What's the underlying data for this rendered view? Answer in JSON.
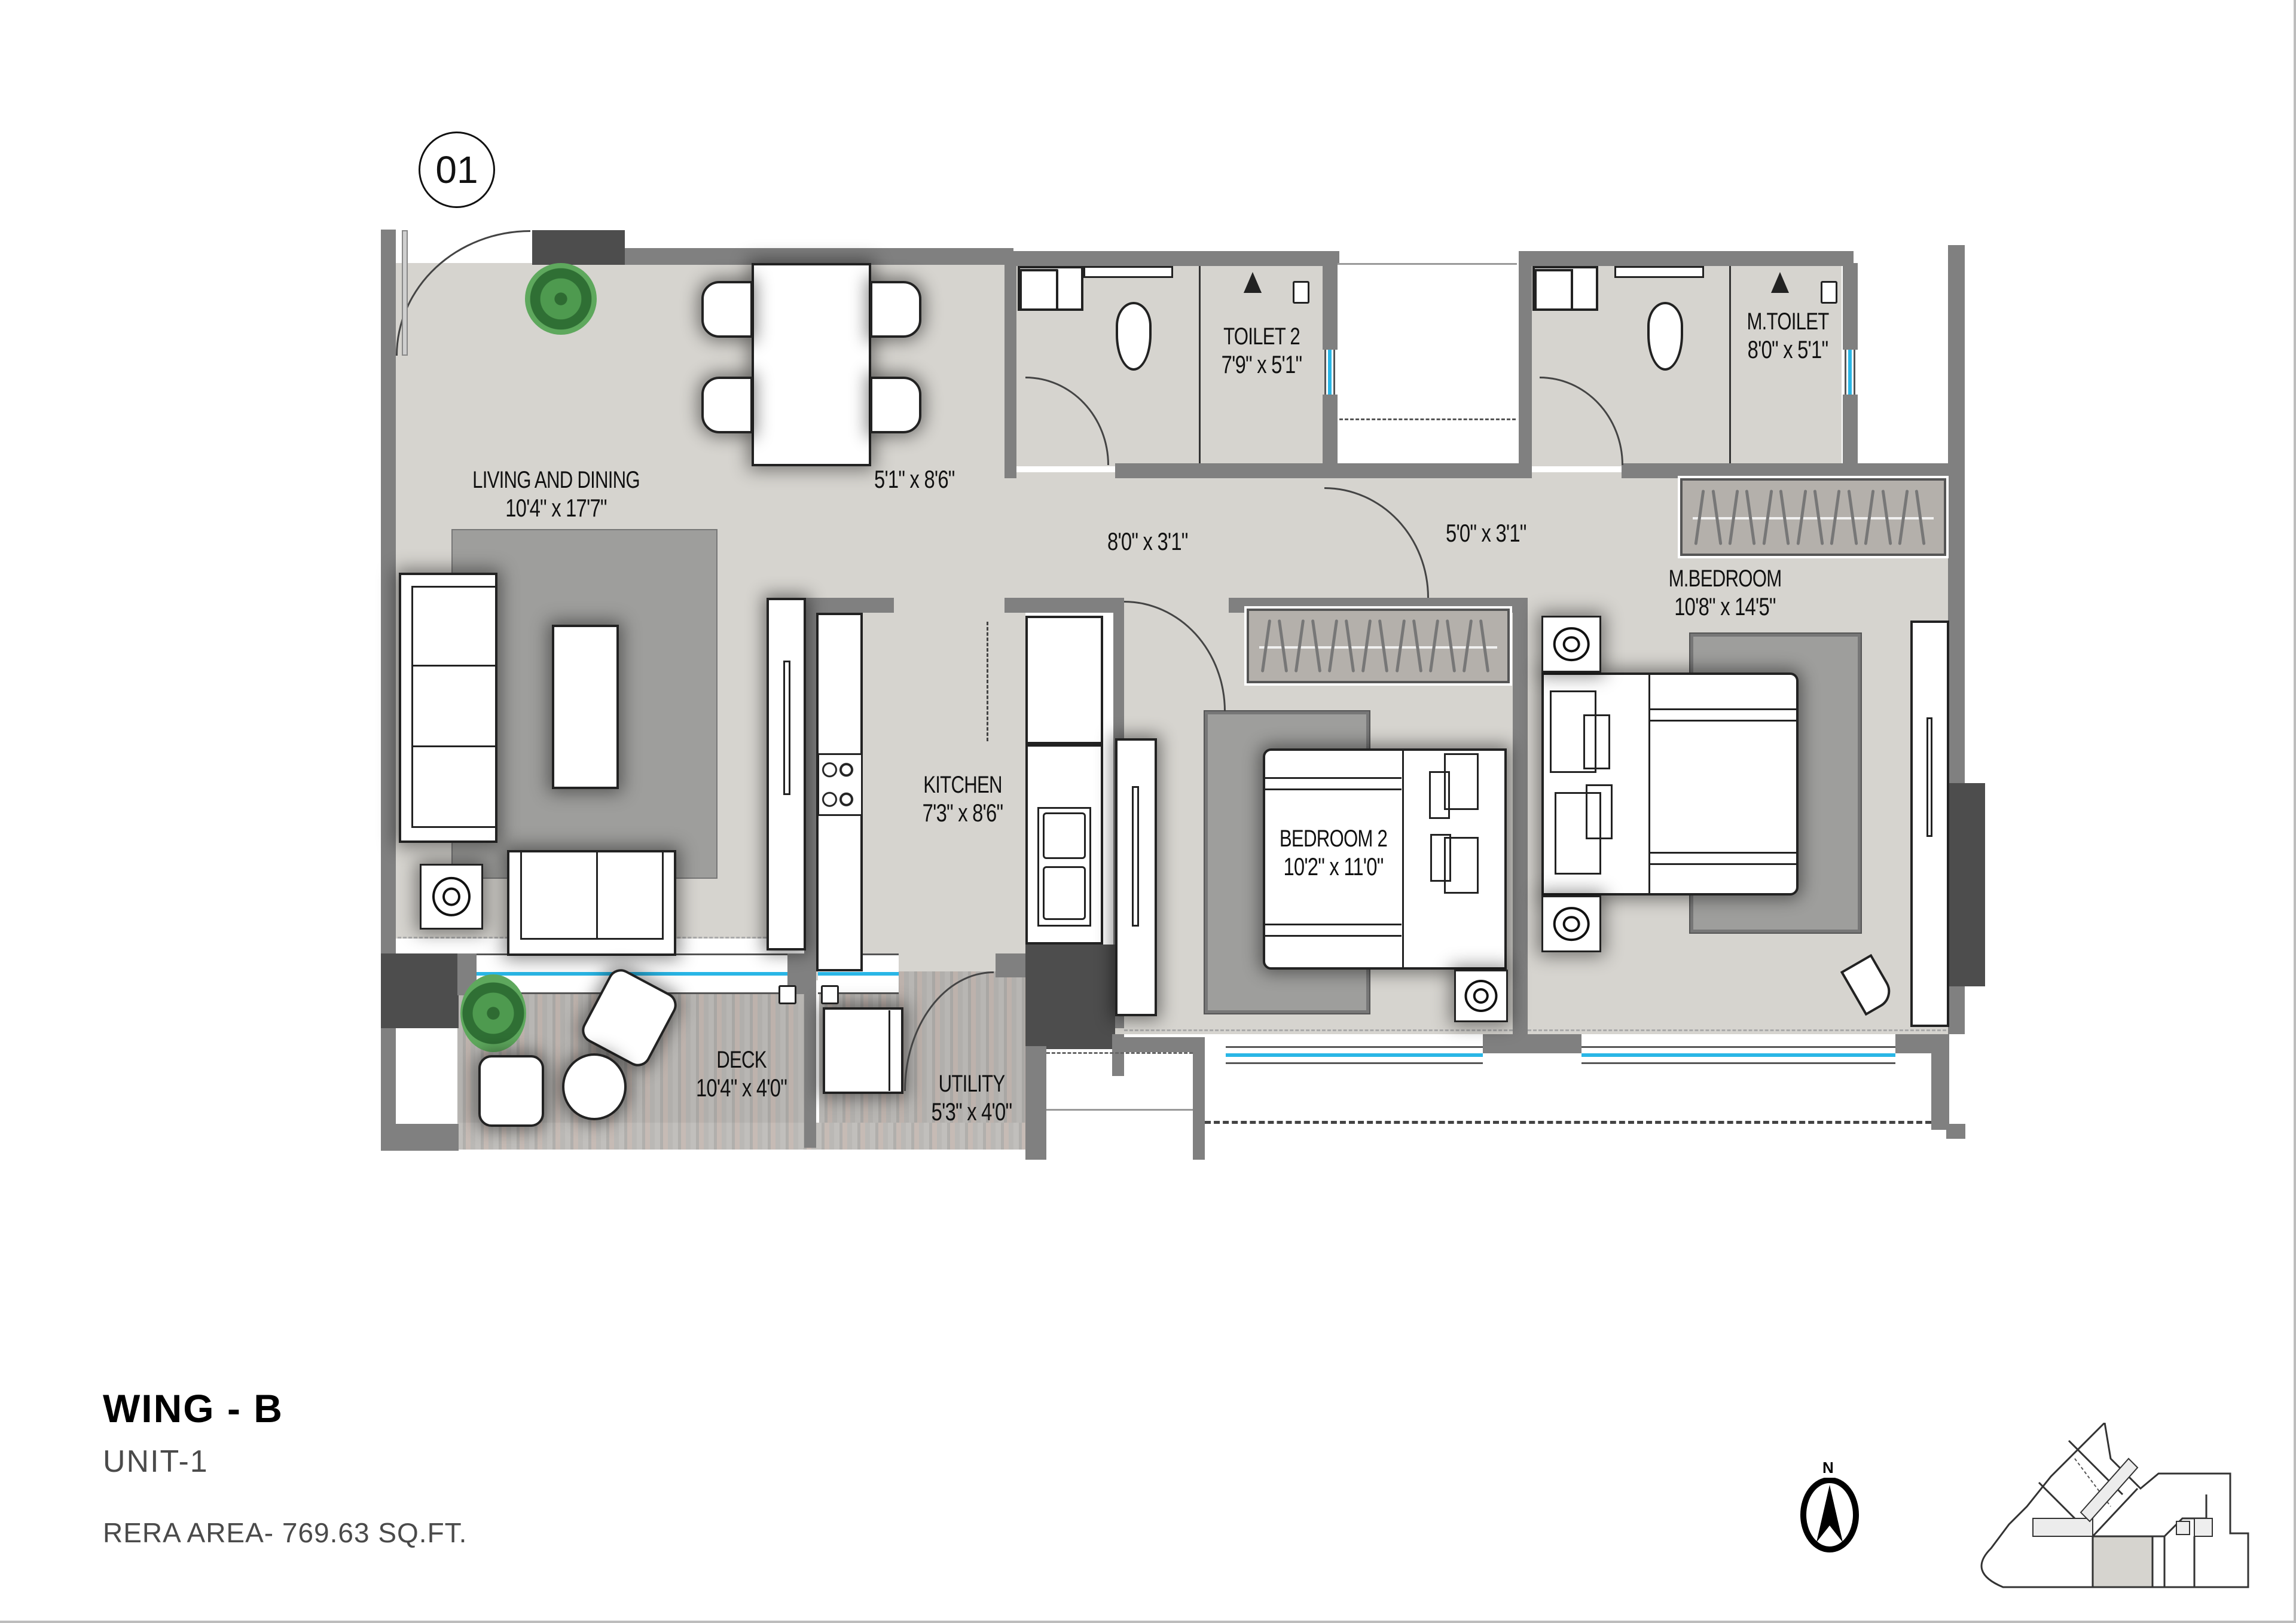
{
  "unit_badge": "01",
  "rooms": {
    "living_dining": {
      "name": "LIVING AND DINING",
      "size": "10'4\" x 17'7\""
    },
    "passage_1": {
      "size": "5'1\" x 8'6\""
    },
    "passage_2": {
      "size": "8'0\" x 3'1\""
    },
    "passage_3": {
      "size": "5'0\" x 3'1\""
    },
    "toilet_2": {
      "name": "TOILET 2",
      "size": "7'9\" x 5'1\""
    },
    "m_toilet": {
      "name": "M.TOILET",
      "size": "8'0\" x 5'1\""
    },
    "m_bedroom": {
      "name": "M.BEDROOM",
      "size": "10'8\" x 14'5\""
    },
    "kitchen": {
      "name": "KITCHEN",
      "size": "7'3\" x 8'6\""
    },
    "bedroom_2": {
      "name": "BEDROOM 2",
      "size": "10'2\" x 11'0\""
    },
    "deck": {
      "name": "DECK",
      "size": "10'4\" x 4'0\""
    },
    "utility": {
      "name": "UTILITY",
      "size": "5'3\" x 4'0\""
    }
  },
  "info": {
    "wing": "WING - B",
    "unit": "UNIT-1",
    "rera_area": "RERA AREA- 769.63 SQ.FT."
  },
  "north_arrow": {
    "label": "N"
  },
  "colors": {
    "floor": "#d6d4cf",
    "wall": "#808080",
    "column": "#4d4d4d",
    "rug": "#9e9e9c",
    "glass": "#29b6e6",
    "plant": "#4e9a4f",
    "keyplan_highlight": "#d6d4cf"
  }
}
